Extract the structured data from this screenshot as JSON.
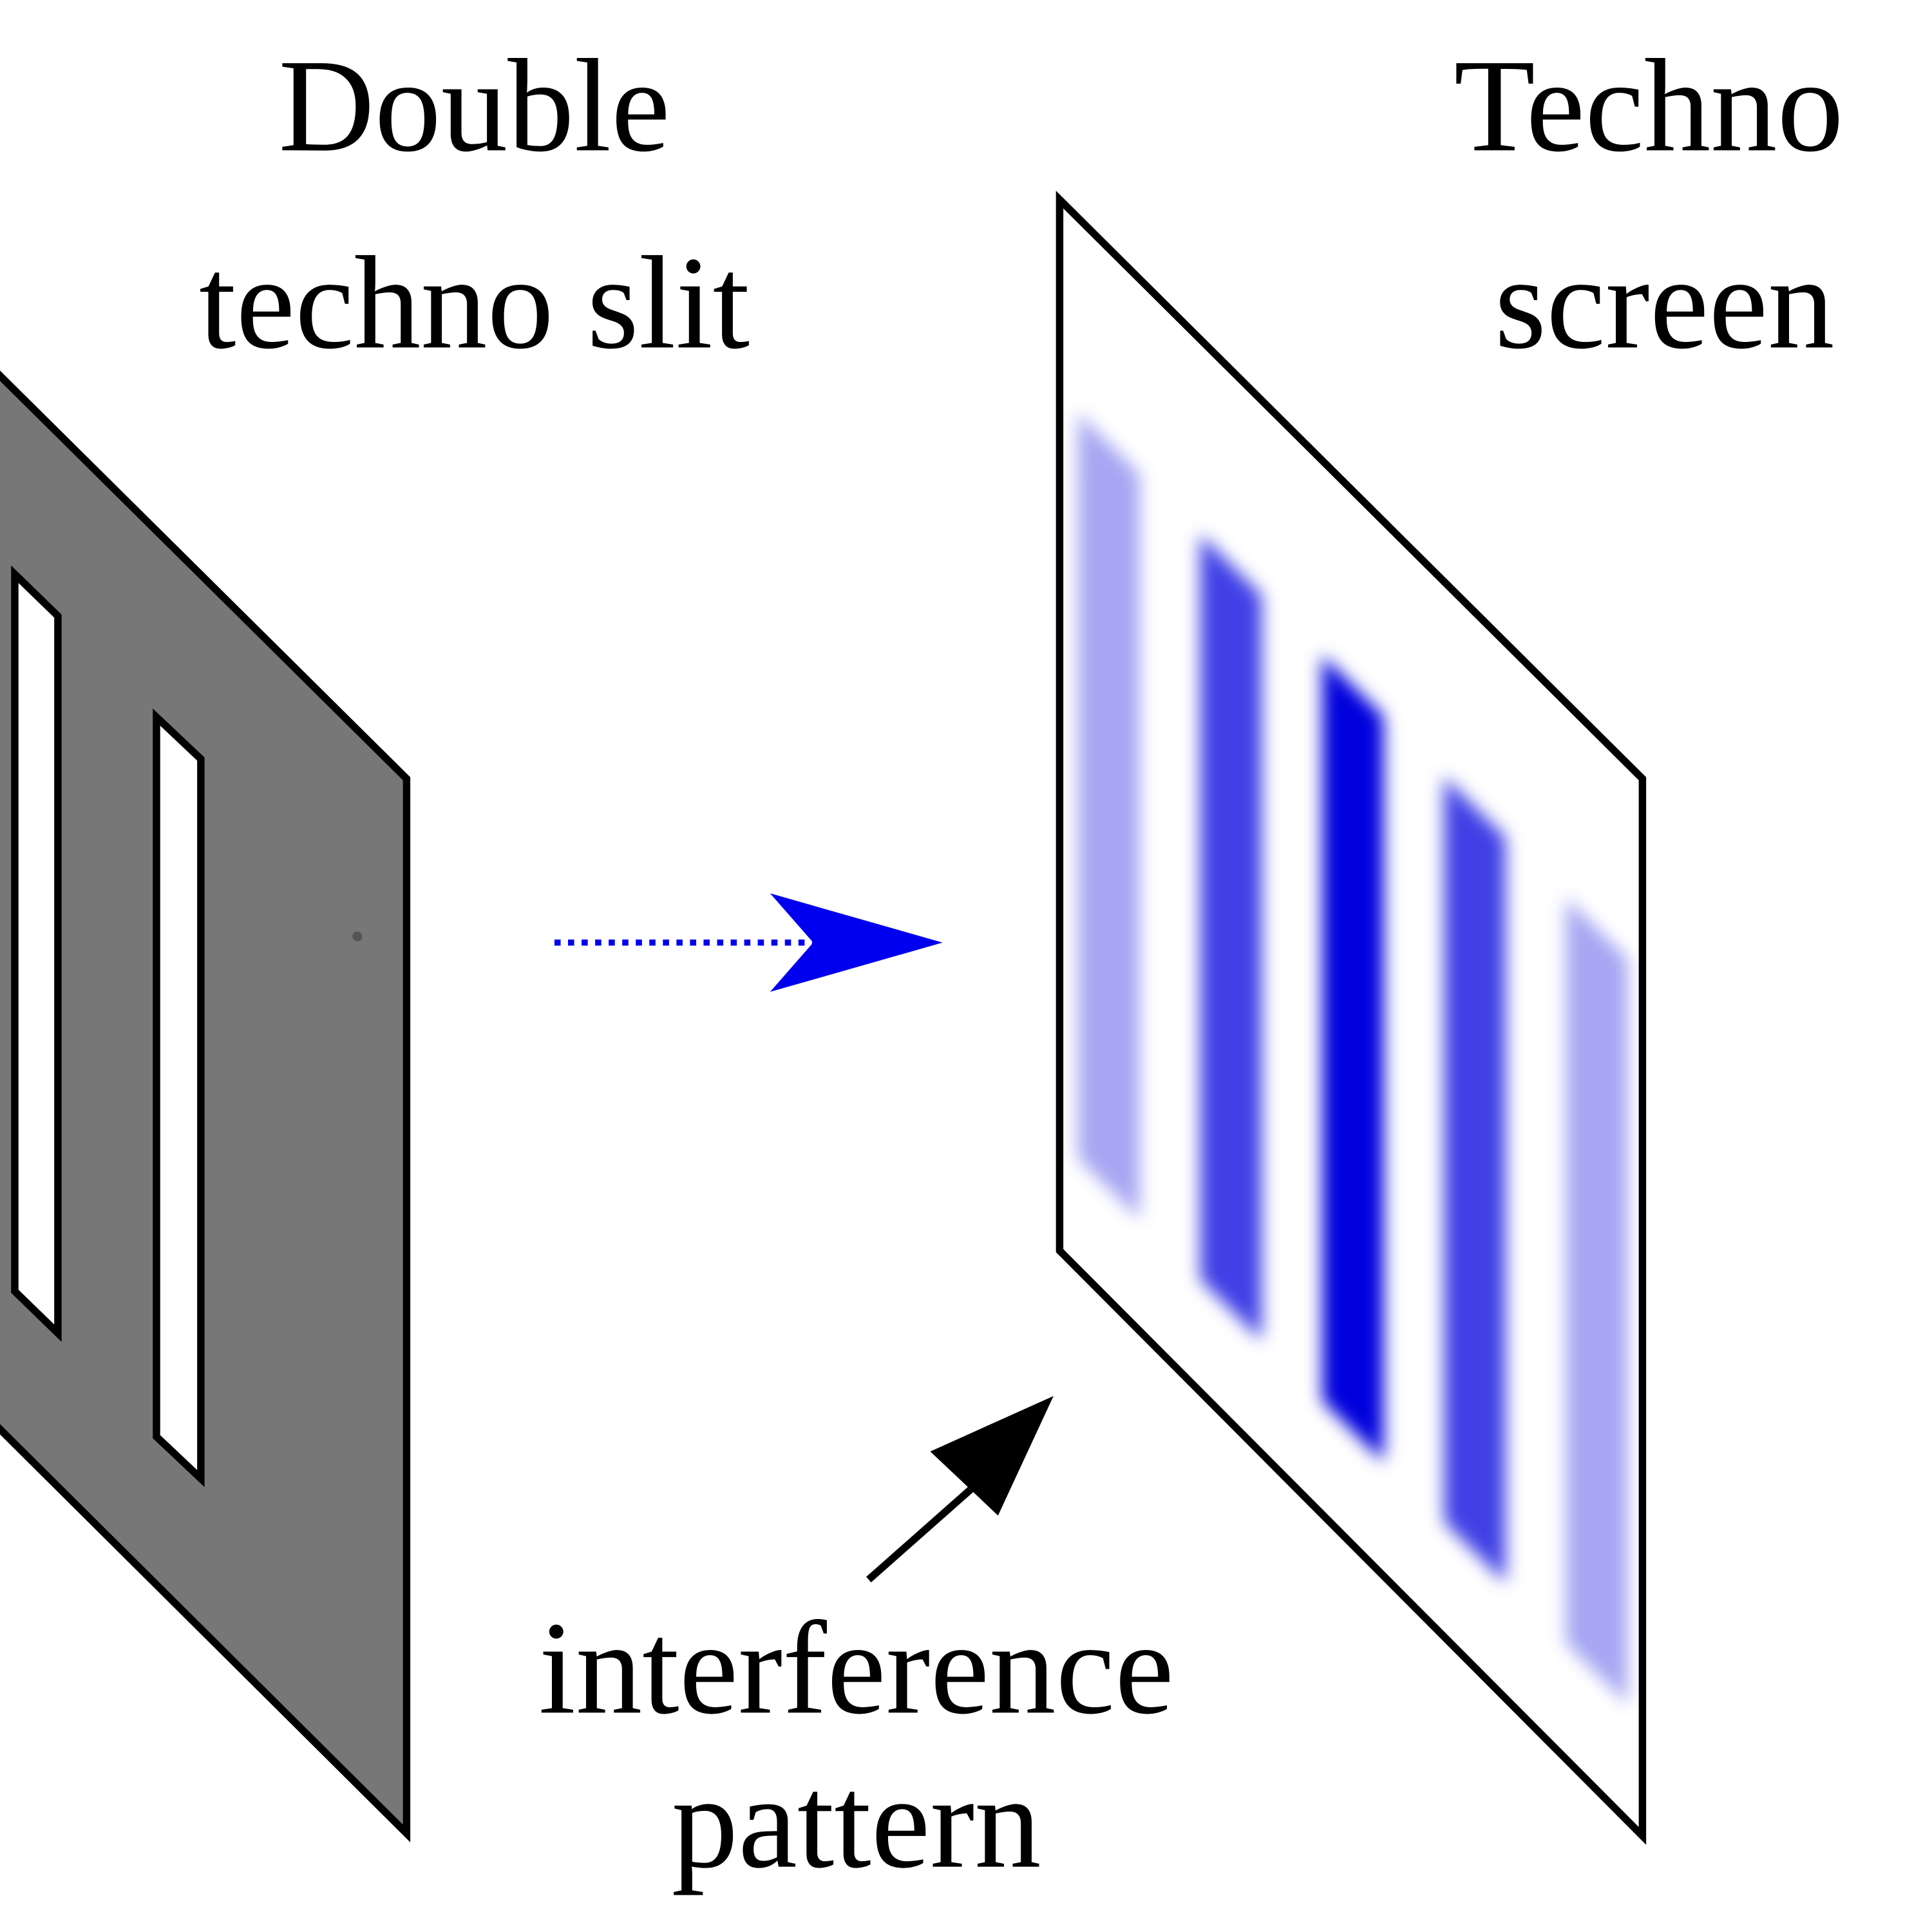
{
  "labels": {
    "slit_line1": "Double",
    "slit_line2": "techno slit",
    "screen_line1": "Techno",
    "screen_line2": "screen",
    "pattern_line1": "interference",
    "pattern_line2": "pattern"
  },
  "colors": {
    "slit_panel": "#777777",
    "wave_arrow": "#0000ee",
    "fringe": "#0000dd",
    "outline": "#000000"
  },
  "fringes": [
    {
      "intensity": 0.35
    },
    {
      "intensity": 0.75
    },
    {
      "intensity": 1.0
    },
    {
      "intensity": 0.75
    },
    {
      "intensity": 0.35
    }
  ]
}
